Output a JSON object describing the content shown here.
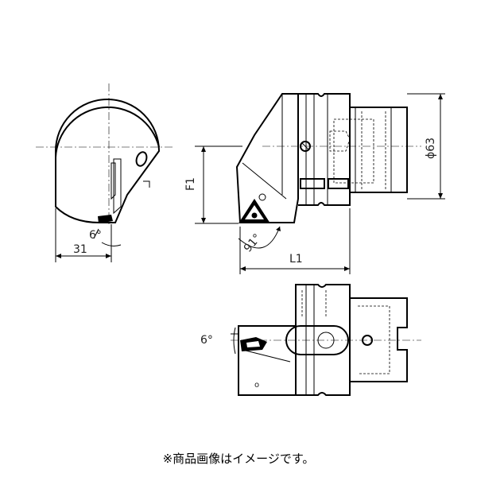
{
  "dimensions": {
    "side_view_angle": "6°",
    "side_view_offset": "31",
    "front_diameter": "ϕ63",
    "front_height": "F1",
    "front_angle": "91°",
    "front_length": "L1",
    "top_view_angle": "6°"
  },
  "caption": "※商品画像はイメージです。"
}
